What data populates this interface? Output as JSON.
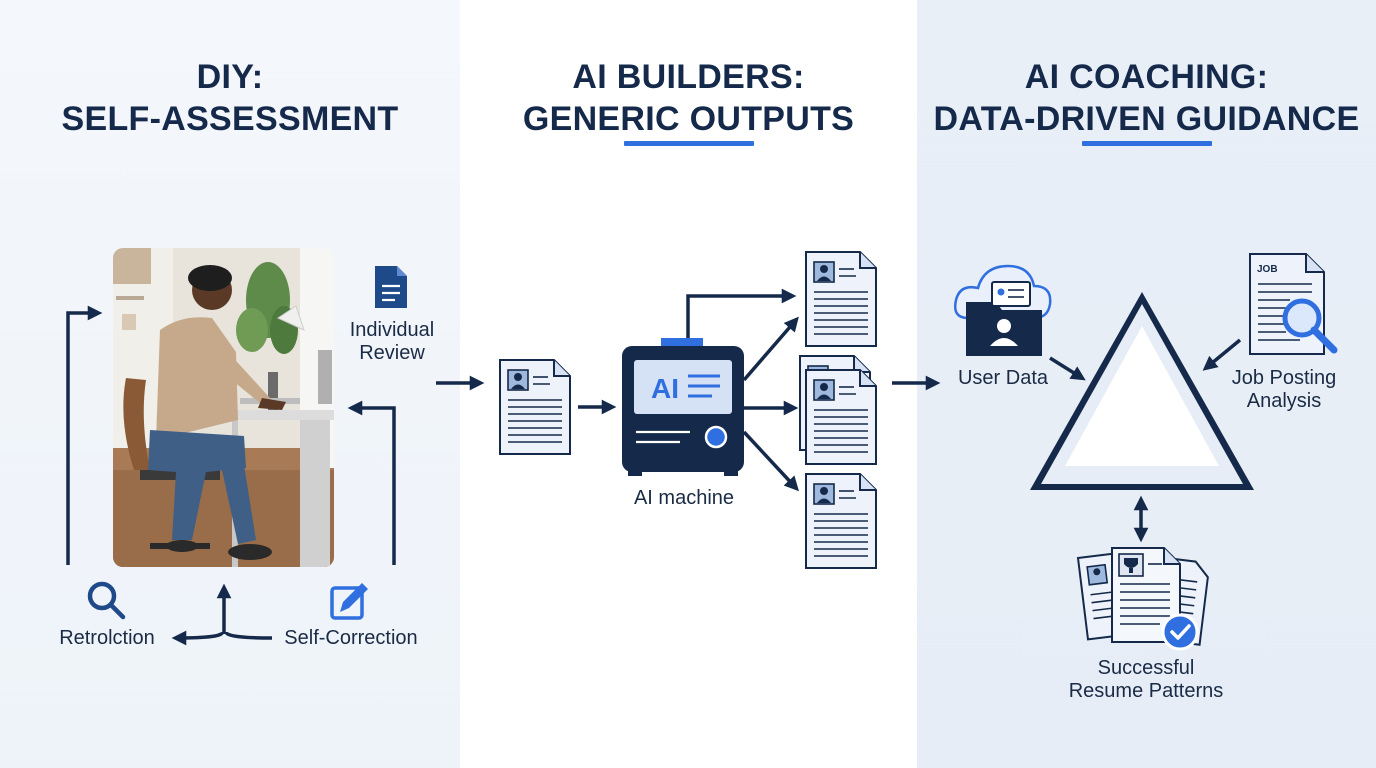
{
  "panels": {
    "diy": {
      "title_line1": "DIY:",
      "title_line2": "SELF-ASSESSMENT",
      "individual_review_line1": "Individual",
      "individual_review_line2": "Review",
      "reflection": "Retrolction",
      "self_correction": "Self-Correction"
    },
    "ai_builders": {
      "title_line1": "AI BUILDERS:",
      "title_line2": "GENERIC OUTPUTS",
      "machine_screen_text": "AI",
      "machine_label": "AI machine"
    },
    "ai_coaching": {
      "title_line1": "AI COACHING:",
      "title_line2": "DATA-DRIVEN GUIDANCE",
      "user_data": "User Data",
      "job_doc_tag": "JOB",
      "job_posting_line1": "Job Posting",
      "job_posting_line2": "Analysis",
      "patterns_line1": "Successful",
      "patterns_line2": "Resume Patterns"
    }
  },
  "colors": {
    "navy": "#15294a",
    "accent_blue": "#2f6fe0",
    "panel_left": "#f4f7fb",
    "panel_mid": "#ffffff",
    "panel_right": "#e8eef6"
  },
  "icons": [
    "document-icon",
    "magnifier-icon",
    "edit-icon",
    "cloud-icon",
    "user-folder-icon",
    "search-document-icon",
    "trophy-icon",
    "checkmark-badge-icon"
  ]
}
